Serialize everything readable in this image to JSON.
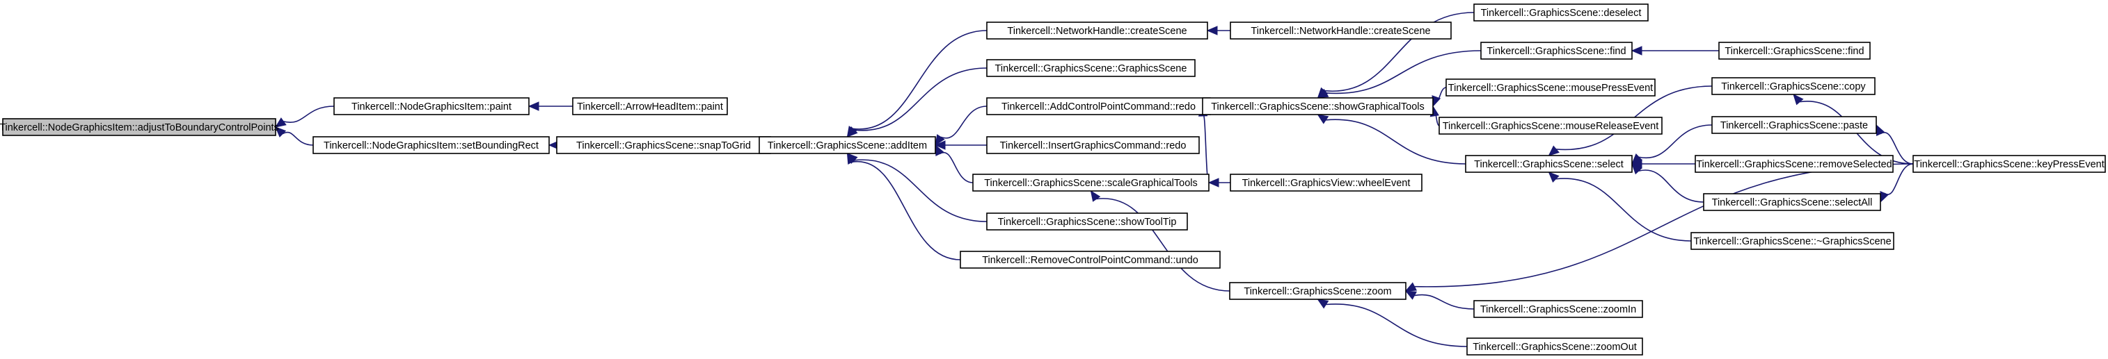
{
  "graph": {
    "nodes": [
      {
        "id": "n0",
        "label": "Tinkercell::NodeGraphicsItem::adjustToBoundaryControlPoints",
        "root": true
      },
      {
        "id": "n1",
        "label": "Tinkercell::NodeGraphicsItem::paint"
      },
      {
        "id": "n2",
        "label": "Tinkercell::ArrowHeadItem::paint"
      },
      {
        "id": "n3",
        "label": "Tinkercell::NodeGraphicsItem::setBoundingRect"
      },
      {
        "id": "n4",
        "label": "Tinkercell::GraphicsScene::snapToGrid"
      },
      {
        "id": "n5",
        "label": "Tinkercell::GraphicsScene::addItem"
      },
      {
        "id": "n6",
        "label": "Tinkercell::NetworkHandle::createScene"
      },
      {
        "id": "n7",
        "label": "Tinkercell::NetworkHandle::createScene"
      },
      {
        "id": "n8",
        "label": "Tinkercell::GraphicsScene::GraphicsScene"
      },
      {
        "id": "n9",
        "label": "Tinkercell::AddControlPointCommand::redo"
      },
      {
        "id": "n10",
        "label": "Tinkercell::InsertGraphicsCommand::redo"
      },
      {
        "id": "n11",
        "label": "Tinkercell::GraphicsScene::scaleGraphicalTools"
      },
      {
        "id": "n12",
        "label": "Tinkercell::GraphicsScene::showToolTip"
      },
      {
        "id": "n13",
        "label": "Tinkercell::RemoveControlPointCommand::undo"
      },
      {
        "id": "n14",
        "label": "Tinkercell::GraphicsScene::showGraphicalTools"
      },
      {
        "id": "n15",
        "label": "Tinkercell::GraphicsView::wheelEvent"
      },
      {
        "id": "n16",
        "label": "Tinkercell::GraphicsScene::zoom"
      },
      {
        "id": "n17",
        "label": "Tinkercell::GraphicsScene::deselect"
      },
      {
        "id": "n18",
        "label": "Tinkercell::GraphicsScene::find"
      },
      {
        "id": "n19",
        "label": "Tinkercell::GraphicsScene::find"
      },
      {
        "id": "n20",
        "label": "Tinkercell::GraphicsScene::mousePressEvent"
      },
      {
        "id": "n21",
        "label": "Tinkercell::GraphicsScene::mouseReleaseEvent"
      },
      {
        "id": "n22",
        "label": "Tinkercell::GraphicsScene::select"
      },
      {
        "id": "n23",
        "label": "Tinkercell::GraphicsScene::copy"
      },
      {
        "id": "n24",
        "label": "Tinkercell::GraphicsScene::paste"
      },
      {
        "id": "n25",
        "label": "Tinkercell::GraphicsScene::removeSelected"
      },
      {
        "id": "n26",
        "label": "Tinkercell::GraphicsScene::selectAll"
      },
      {
        "id": "n27",
        "label": "Tinkercell::GraphicsScene::~GraphicsScene"
      },
      {
        "id": "n28",
        "label": "Tinkercell::GraphicsScene::keyPressEvent"
      },
      {
        "id": "n29",
        "label": "Tinkercell::GraphicsScene::zoomIn"
      },
      {
        "id": "n30",
        "label": "Tinkercell::GraphicsScene::zoomOut"
      }
    ],
    "edges": [
      {
        "from": "n1",
        "to": "n0"
      },
      {
        "from": "n3",
        "to": "n0"
      },
      {
        "from": "n2",
        "to": "n1"
      },
      {
        "from": "n4",
        "to": "n3"
      },
      {
        "from": "n5",
        "to": "n4"
      },
      {
        "from": "n6",
        "to": "n5"
      },
      {
        "from": "n8",
        "to": "n5"
      },
      {
        "from": "n9",
        "to": "n5"
      },
      {
        "from": "n10",
        "to": "n5"
      },
      {
        "from": "n11",
        "to": "n5"
      },
      {
        "from": "n12",
        "to": "n5"
      },
      {
        "from": "n13",
        "to": "n5"
      },
      {
        "from": "n7",
        "to": "n6"
      },
      {
        "from": "n11",
        "to": "n14"
      },
      {
        "from": "n15",
        "to": "n11"
      },
      {
        "from": "n16",
        "to": "n11"
      },
      {
        "from": "n17",
        "to": "n14"
      },
      {
        "from": "n18",
        "to": "n14"
      },
      {
        "from": "n20",
        "to": "n14"
      },
      {
        "from": "n21",
        "to": "n14"
      },
      {
        "from": "n22",
        "to": "n14"
      },
      {
        "from": "n19",
        "to": "n18"
      },
      {
        "from": "n23",
        "to": "n22"
      },
      {
        "from": "n24",
        "to": "n22"
      },
      {
        "from": "n25",
        "to": "n22"
      },
      {
        "from": "n26",
        "to": "n22"
      },
      {
        "from": "n27",
        "to": "n22"
      },
      {
        "from": "n28",
        "to": "n23"
      },
      {
        "from": "n28",
        "to": "n24"
      },
      {
        "from": "n28",
        "to": "n26"
      },
      {
        "from": "n28",
        "to": "n16"
      },
      {
        "from": "n29",
        "to": "n16"
      },
      {
        "from": "n30",
        "to": "n16"
      }
    ],
    "colors": {
      "edge": "#191970",
      "root_fill": "#c0c0c0",
      "node_fill": "#ffffff",
      "node_border": "#000000"
    }
  }
}
